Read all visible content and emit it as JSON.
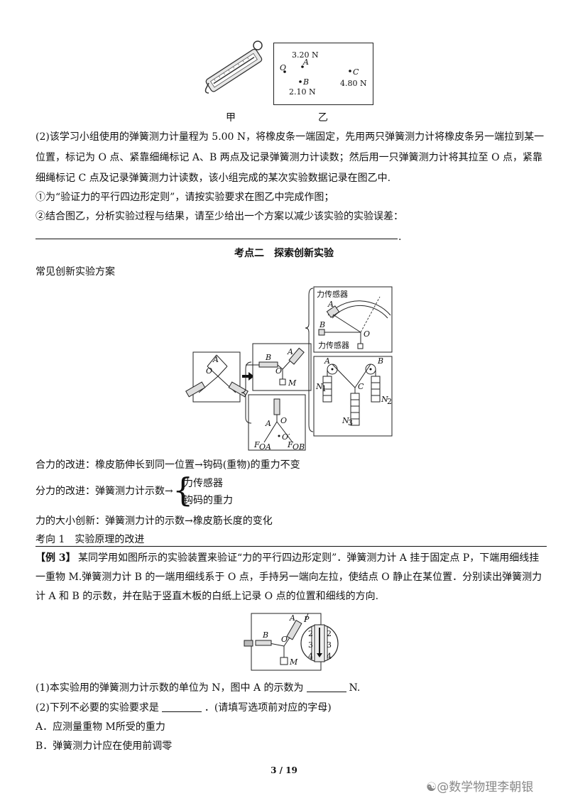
{
  "figure_top": {
    "label_jia": "甲",
    "label_yi": "乙",
    "box_yi": {
      "f1": "3.20 N",
      "pA": "A",
      "pO": "O",
      "pB": "B",
      "f2": "2.10 N",
      "pC": "C",
      "f3": "4.80 N"
    }
  },
  "q2": {
    "line1": "(2)该学习小组使用的弹簧测力计量程为 5.00 N，将橡皮条一端固定，先用两只弹簧测力计将橡皮条另一端拉到某一",
    "line2": "位置，标记为 O 点、紧靠细绳标记 A、B 两点及记录弹簧测力计读数；然后用一只弹簧测力计将其拉至 O 点，紧靠",
    "line3": "细绳标记 C 点及记录弹簧测力计读数，该小组完成的某次实验数据记录在图乙中.",
    "sub1": "①为“验证力的平行四边形定则”，请按实验要求在图乙中完成作图；",
    "sub2": "②结合图乙，分析实验过程与结果，请至少给出一个方案以减少该实验的实验误差："
  },
  "section_title": "考点二　探索创新实验",
  "common_schemes": "常见创新实验方案",
  "diagram": {
    "sensor_top": "力传感器",
    "sensor_bottom": "力传感器",
    "A": "A",
    "B": "B",
    "O": "O",
    "M": "M",
    "C": "C",
    "N1": "N",
    "N1s": "1",
    "N2": "N",
    "N2s": "2",
    "N3": "N",
    "N3s": "3",
    "FOA": "F",
    "FOAs": "OA",
    "FOB": "F",
    "FOBs": "OB",
    "Oprime": "O′"
  },
  "improvements": {
    "resultant": "合力的改进：橡皮筋伸长到同一位置→钩码(重物)的重力不变",
    "component_prefix": "分力的改进：弹簧测力计示数→",
    "component_opt1": "力传感器",
    "component_opt2": "钩码的重力",
    "magnitude": "力的大小创新：弹簧测力计的示数→橡皮筋长度的变化"
  },
  "direction1": "考向 1　实验原理的改进",
  "example3": {
    "tag": "【例 3】",
    "line1": "某同学用如图所示的实验装置来验证“力的平行四边形定则”．弹簧测力计 A 挂于固定点 P，下端用细线挂",
    "line2": "一重物 M.弹簧测力计 B 的一端用细线系于 O 点，手持另一端向左拉，使结点 O 静止在某位置．分别读出弹簧测力",
    "line3": "计 A 和 B 的示数，并在贴于竖直木板的白纸上记录 O 点的位置和细线的方向."
  },
  "fig3": {
    "A": "A",
    "P": "P",
    "B": "B",
    "O": "O",
    "M": "M",
    "t2a": "2",
    "t3a": "3",
    "t4a": "4",
    "t2b": "2",
    "t3b": "3",
    "t4b": "4"
  },
  "questions": {
    "q1_pre": "(1)本实验用的弹簧测力计示数的单位为 N，图中 A 的示数为",
    "q1_post": "N.",
    "q2_pre": "(2)下列不必要的实验要求是",
    "q2_post": "．(请填写选项前对应的字母)",
    "optA": "A．应测量重物 M所受的重力",
    "optB": "B．弹簧测力计应在使用前调零"
  },
  "page_number": "3 / 19",
  "watermark": "数学物理李朝银"
}
